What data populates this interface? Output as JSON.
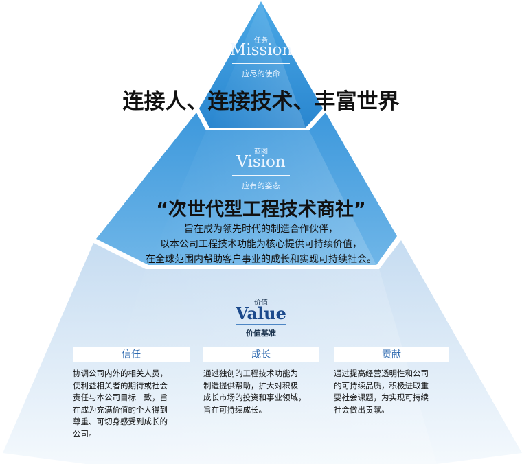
{
  "mission": {
    "label_cn": "任务",
    "label_en": "Mission",
    "subtitle": "应尽的使命",
    "headline": "连接人、连接技术、丰富世界"
  },
  "vision": {
    "label_cn": "蓝图",
    "label_en": "Vision",
    "subtitle": "应有的姿态",
    "headline": "“次世代型工程技术商社”",
    "lines": [
      "旨在成为领先时代的制造合作伙伴，",
      "以本公司工程技术功能为核心提供可持续价值，",
      "在全球范围内帮助客户事业的成长和实现可持续社会。"
    ]
  },
  "value": {
    "label_cn": "价值",
    "label_en": "Value",
    "subtitle": "价值基准",
    "items": [
      {
        "title": "信任",
        "lines": [
          "协调公司内外的相关人员，",
          "使利益相关者的期待或社会",
          "责任与本公司目标一致，旨",
          "在成为充满价值的个人得到",
          "尊重、可切身感受到成长的",
          "公司。"
        ]
      },
      {
        "title": "成长",
        "lines": [
          "通过独创的工程技术功能为",
          "制造提供帮助，扩大对积极",
          "成长市场的投资和事业领域，",
          "旨在可持续成长。"
        ]
      },
      {
        "title": "贡献",
        "lines": [
          "通过提高经营透明性和公司",
          "的可持续品质，积极进取重",
          "要社会课题，为实现可持续",
          "社会做出贡献。"
        ]
      }
    ]
  },
  "colors": {
    "top": "#2f8fd6",
    "middle": "#4aa0de",
    "bottom_top": "#d5e6f4",
    "bottom_base": "#eef5fb",
    "accent": "#2e6ab0"
  }
}
